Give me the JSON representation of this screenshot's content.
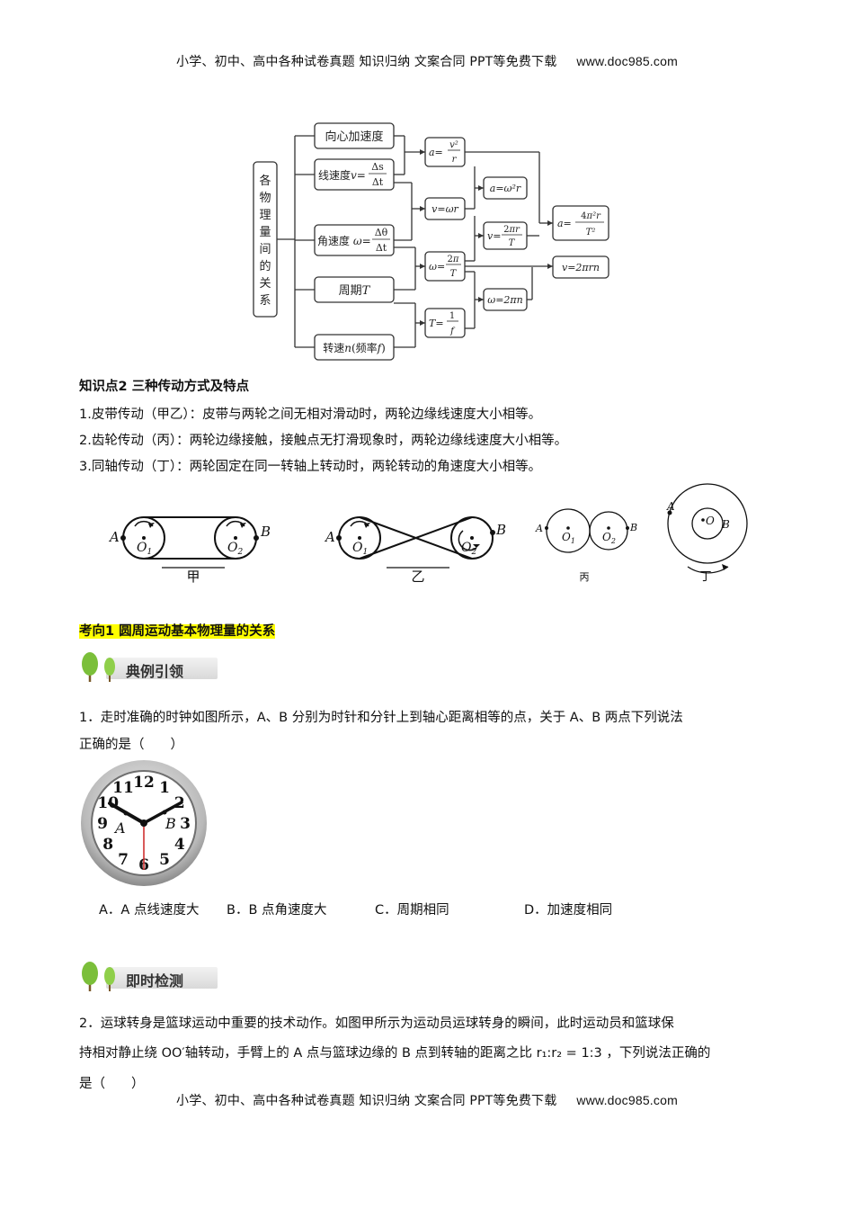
{
  "header": {
    "text": "小学、初中、高中各种试卷真题  知识归纳  文案合同  PPT等免费下载",
    "site": "www.doc985.com"
  },
  "footer": {
    "text": "小学、初中、高中各种试卷真题  知识归纳  文案合同  PPT等免费下载",
    "site": "www.doc985.com"
  },
  "diagram": {
    "root": "各物理量间的关系",
    "left": [
      "向心加速度",
      "线速度v=Δs/Δt",
      "角速度 ω=Δθ/Δt",
      "周期T",
      "转速n(频率f)"
    ],
    "mid": [
      "a=v²/r",
      "v=ωr",
      "ω=2π/T",
      "T=1/f"
    ],
    "right": [
      "a=ω²r",
      "v=2πr/T",
      "ω=2πn"
    ],
    "far": [
      "a=4π²r/T²",
      "v=2πrn"
    ]
  },
  "section2": {
    "title": "知识点2 三种传动方式及特点",
    "items": [
      "1.皮带传动（甲乙）：皮带与两轮之间无相对滑动时，两轮边缘线速度大小相等。",
      "2.齿轮传动（丙）：两轮边缘接触，接触点无打滑现象时，两轮边缘线速度大小相等。",
      "3.同轴传动（丁）：两轮固定在同一转轴上转动时，两轮转动的角速度大小相等。"
    ]
  },
  "transmission": {
    "labels": [
      "甲",
      "乙",
      "丙",
      "丁"
    ],
    "points": [
      "A",
      "B",
      "O1",
      "O2",
      "O"
    ]
  },
  "topic": "考向1 圆周运动基本物理量的关系",
  "banners": [
    "典例引领",
    "即时检测"
  ],
  "q1": {
    "line1": "1．走时准确的时钟如图所示，A、B 分别为时针和分针上到轴心距离相等的点，关于 A、B 两点下列说法",
    "line2": "正确的是（　　）",
    "choices": [
      "A．A 点线速度大",
      "B．B 点角速度大",
      "C．周期相同",
      "D．加速度相同"
    ]
  },
  "clock": {
    "numbers": [
      "12",
      "1",
      "2",
      "3",
      "4",
      "5",
      "6",
      "7",
      "8",
      "9",
      "10",
      "11"
    ],
    "points": [
      "A",
      "B"
    ]
  },
  "q2": {
    "line1": "2．运球转身是篮球运动中重要的技术动作。如图甲所示为运动员运球转身的瞬间，此时运动员和篮球保",
    "line2": "持相对静止绕 OO′轴转动，手臂上的 A 点与篮球边缘的 B 点到转轴的距离之比 r₁:r₂ = 1:3 ，下列说法正确的",
    "line3": "是（　　）"
  }
}
